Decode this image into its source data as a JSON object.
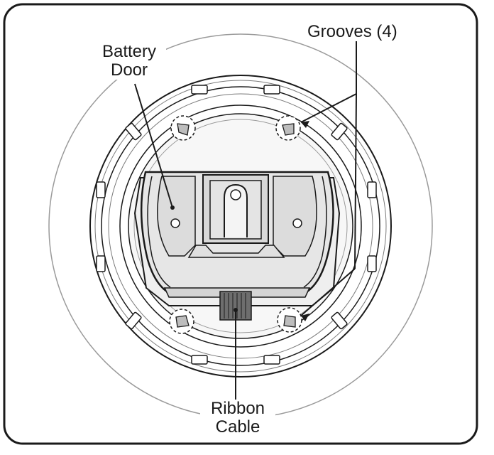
{
  "labels": {
    "battery_door_line1": "Battery",
    "battery_door_line2": "Door",
    "grooves": "Grooves (4)",
    "ribbon_cable_line1": "Ribbon",
    "ribbon_cable_line2": "Cable"
  },
  "colors": {
    "stroke": "#1a1a1a",
    "light_stroke": "#9a9a9a",
    "door_fill": "#e6e6e6",
    "housing_fill": "#f2f2f2",
    "groove_fill": "#bdbdbd",
    "cable_fill": "#6e6e6e"
  }
}
